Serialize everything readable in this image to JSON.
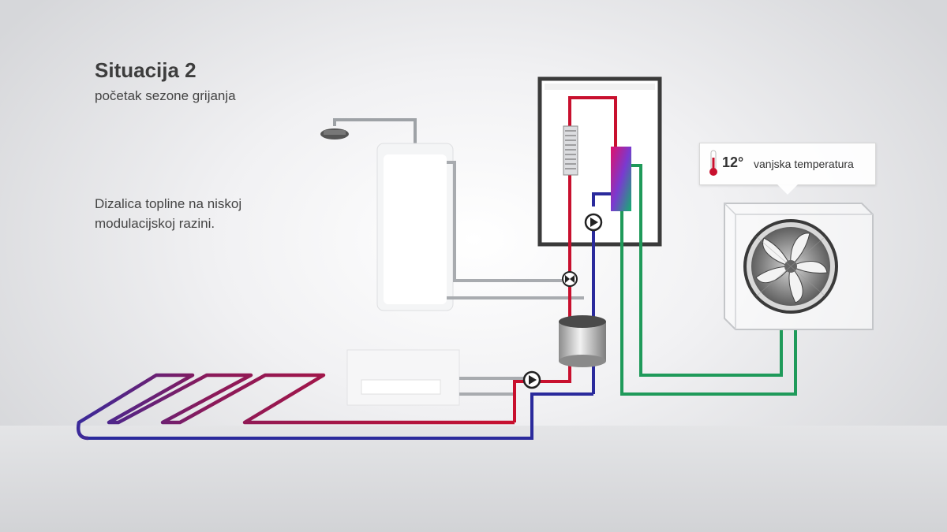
{
  "header": {
    "title": "Situacija 2",
    "subtitle": "početak sezone grijanja"
  },
  "description": {
    "line1": "Dizalica topline na niskoj",
    "line2": "modulacijskoj razini."
  },
  "outdoor": {
    "temperature": "12°",
    "label": "vanjska temperatura"
  },
  "colors": {
    "supply": "#c8102e",
    "return": "#2a2a9c",
    "refrigerant": "#1f9a5a",
    "water": "#aeb1b5"
  }
}
